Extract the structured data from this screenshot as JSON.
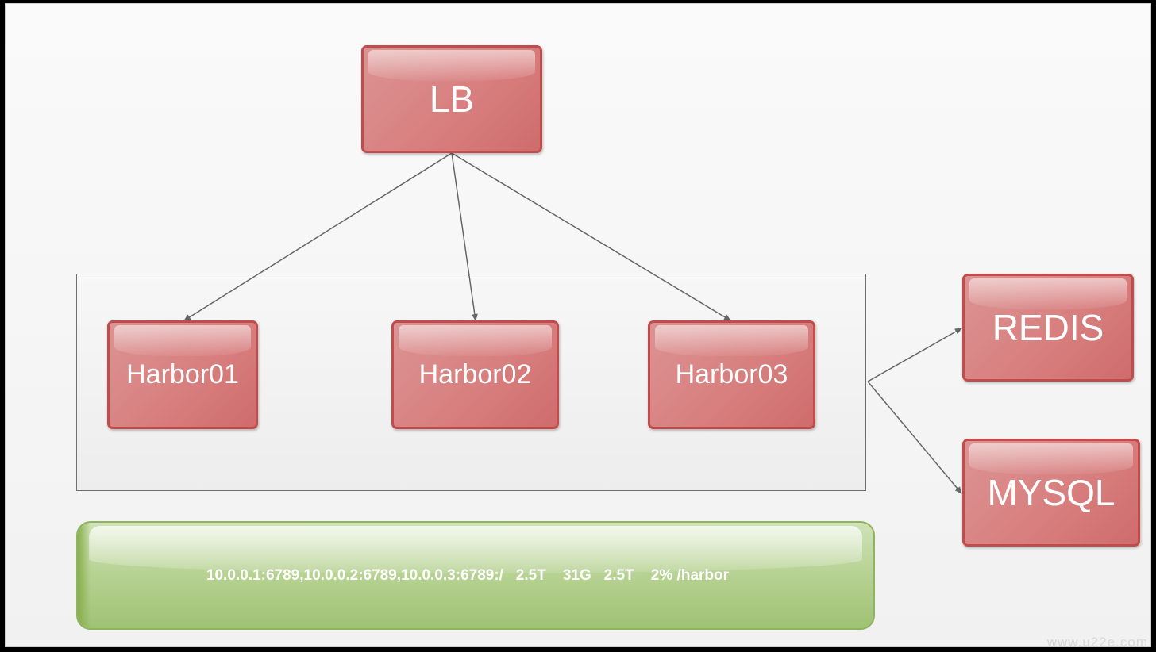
{
  "nodes": {
    "lb": "LB",
    "harbor01": "Harbor01",
    "harbor02": "Harbor02",
    "harbor03": "Harbor03",
    "redis": "REDIS",
    "mysql": "MYSQL"
  },
  "storage": {
    "text": "10.0.0.1:6789,10.0.0.2:6789,10.0.0.3:6789:/   2.5T    31G   2.5T    2% /harbor"
  },
  "watermark": "www.u22e.com",
  "colors": {
    "node_fill": "#d87f7f",
    "node_border": "#c24b4b",
    "storage_fill": "#b4d08f",
    "edge": "#666666"
  }
}
